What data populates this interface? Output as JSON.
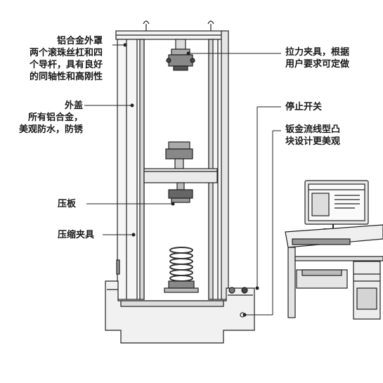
{
  "labels": {
    "shell": [
      "铝合金外罩",
      "两个滚珠丝杠和四",
      "个导杆，具有良好",
      "的同轴性和高刚性"
    ],
    "cover": [
      "外盖",
      "所有铝合金，",
      "美观防水，防锈"
    ],
    "platen": "压板",
    "compression": "压缩夹具",
    "tension": [
      "拉力夹具，根据",
      "用户要求可定做"
    ],
    "stop": "停止开关",
    "sheetmetal": [
      "钣金流线型凸",
      "块设计更美观"
    ]
  },
  "computer_screen_title": "",
  "colors": {
    "line": "#222222",
    "body": "#f4f4f4",
    "shade": "#bdbdbd",
    "dark": "#555555"
  }
}
